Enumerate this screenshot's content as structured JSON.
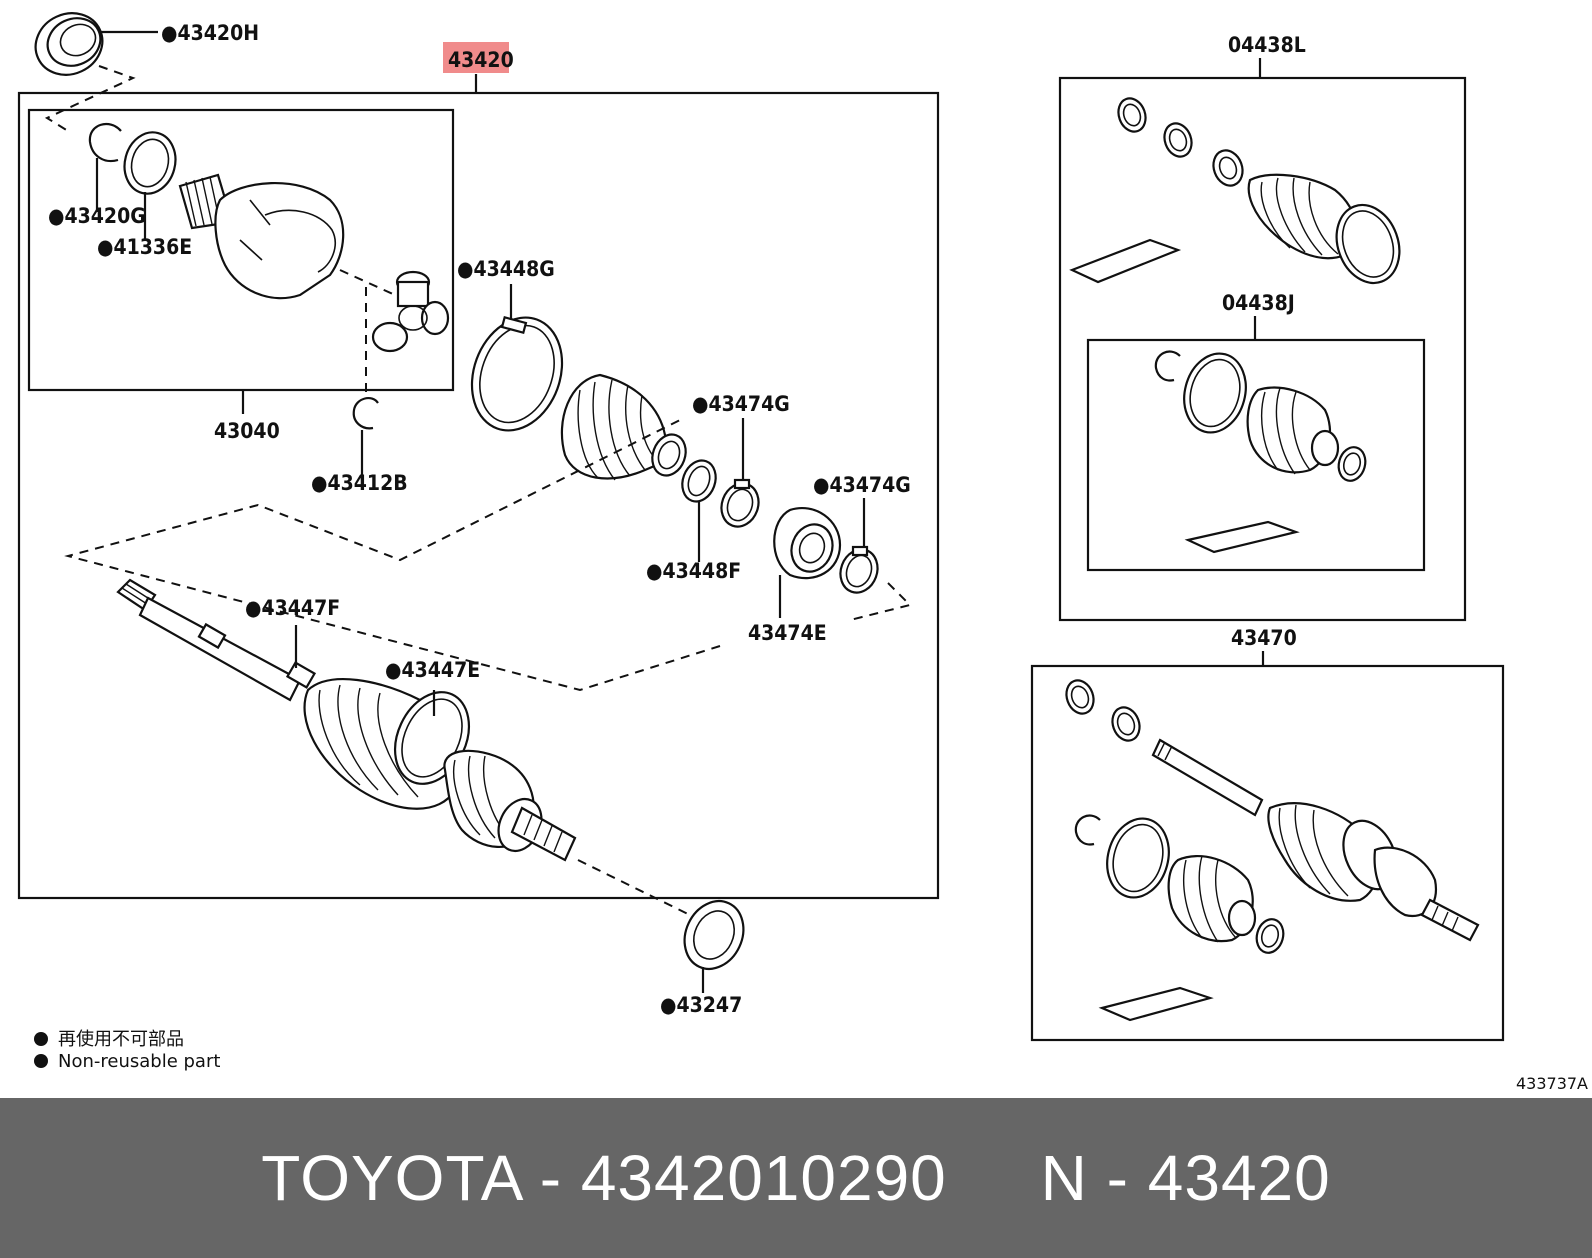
{
  "labels": {
    "part_43420H": "●43420H",
    "main_43420": "43420",
    "part_43420G": "●43420G",
    "part_41336E": "●41336E",
    "part_43040": "43040",
    "part_43412B": "●43412B",
    "part_43448G": "●43448G",
    "part_43474G_a": "●43474G",
    "part_43474G_b": "●43474G",
    "part_43448F": "●43448F",
    "part_43474E": "43474E",
    "part_43447F": "●43447F",
    "part_43447E": "●43447E",
    "part_43247": "●43247",
    "kit_04438L": "04438L",
    "kit_04438J": "04438J",
    "assy_43470": "43470"
  },
  "legend": {
    "line1": "再使用不可部品",
    "line2": "Non-reusable part"
  },
  "ref_code": "433737A",
  "footer": {
    "text": "TOYOTA - 4342010290     N - 43420"
  },
  "colors": {
    "highlight": "#f08b8b",
    "footer_bg": "#666666",
    "ink": "#111111"
  }
}
